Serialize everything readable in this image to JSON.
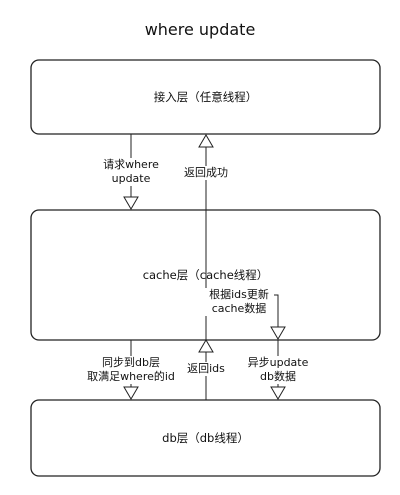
{
  "title": "where update",
  "layers": {
    "access": "接入层（任意线程）",
    "cache": "cache层（cache线程）",
    "db": "db层（db线程）"
  },
  "edges": {
    "request_where": [
      "请求where",
      "update"
    ],
    "return_success": "返回成功",
    "sync_db": [
      "同步到db层",
      "取满足where的id"
    ],
    "return_ids": "返回ids",
    "update_cache_by_ids": [
      "根据ids更新",
      "cache数据"
    ],
    "async_update_db": [
      "异步update",
      "db数据"
    ]
  }
}
